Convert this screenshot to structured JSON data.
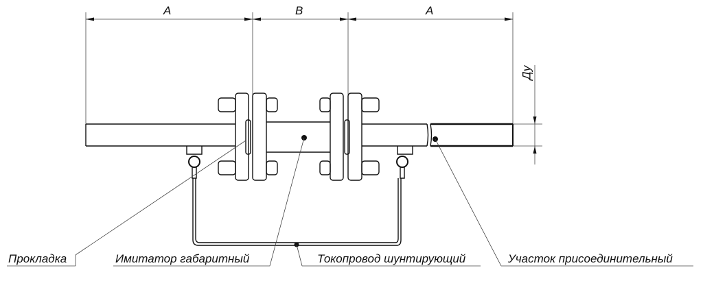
{
  "dimensions": {
    "a_left": "A",
    "b_middle": "B",
    "a_right": "A",
    "du": "Ду"
  },
  "captions": {
    "gasket": "Прокладка",
    "dummy": "Имитатор габаритный",
    "shunt": "Токопровод шунтирующий",
    "section": "Участок присоединительный"
  }
}
